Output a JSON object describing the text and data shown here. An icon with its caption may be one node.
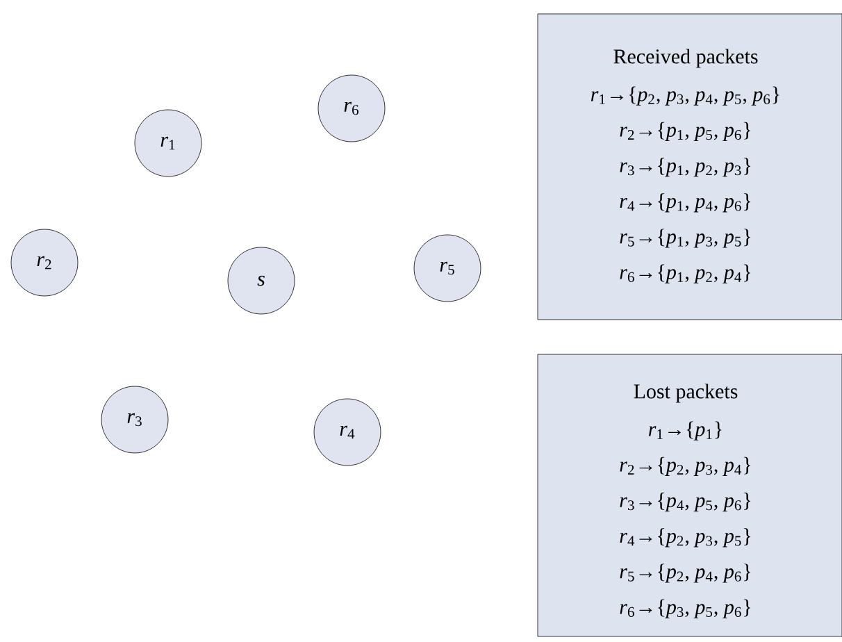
{
  "diagram": {
    "nodes": [
      {
        "text": [
          "*r*$_{6}$"
        ]
      },
      {
        "text": [
          "*r*$_{1}$"
        ]
      },
      {
        "text": [
          "*r*$_{2}$"
        ]
      },
      {
        "text": [
          "*s*"
        ]
      },
      {
        "text": [
          "*r*$_{5}$"
        ]
      },
      {
        "text": [
          "*r*$_{3}$"
        ]
      },
      {
        "text": [
          "*r*$_{4}$"
        ]
      },
      {
        "text": [
          "Received packets",
          "*r*$_{1}$→{*p*$_{2}$, *p*$_{3}$, *p*$_{4}$, *p*$_{5}$, *p*$_{6}$}",
          "*r*$_{2}$→{*p*$_{1}$, *p*$_{5}$, *p*$_{6}$}",
          "*r*$_{3}$→{*p*$_{1}$, *p*$_{2}$, *p*$_{3}$}",
          "*r*$_{4}$→{*p*$_{1}$, *p*$_{4}$, *p*$_{6}$}",
          "*r*$_{5}$→{*p*$_{1}$, *p*$_{3}$, *p*$_{5}$}",
          "*r*$_{6}$→{*p*$_{1}$, *p*$_{2}$, *p*$_{4}$}"
        ]
      },
      {
        "text": [
          "Lost packets",
          "*r*$_{1}$→{*p*$_{1}$}",
          "*r*$_{2}$→{*p*$_{2}$, *p*$_{3}$, *p*$_{4}$}",
          "*r*$_{3}$→{*p*$_{4}$, *p*$_{5}$, *p*$_{6}$}",
          "*r*$_{4}$→{*p*$_{2}$, *p*$_{3}$, *p*$_{5}$}",
          "*r*$_{5}$→{*p*$_{2}$, *p*$_{4}$, *p*$_{6}$}",
          "*r*$_{6}$→{*p*$_{3}$, *p*$_{5}$, *p*$_{6}$}"
        ]
      }
    ],
    "edges": []
  }
}
